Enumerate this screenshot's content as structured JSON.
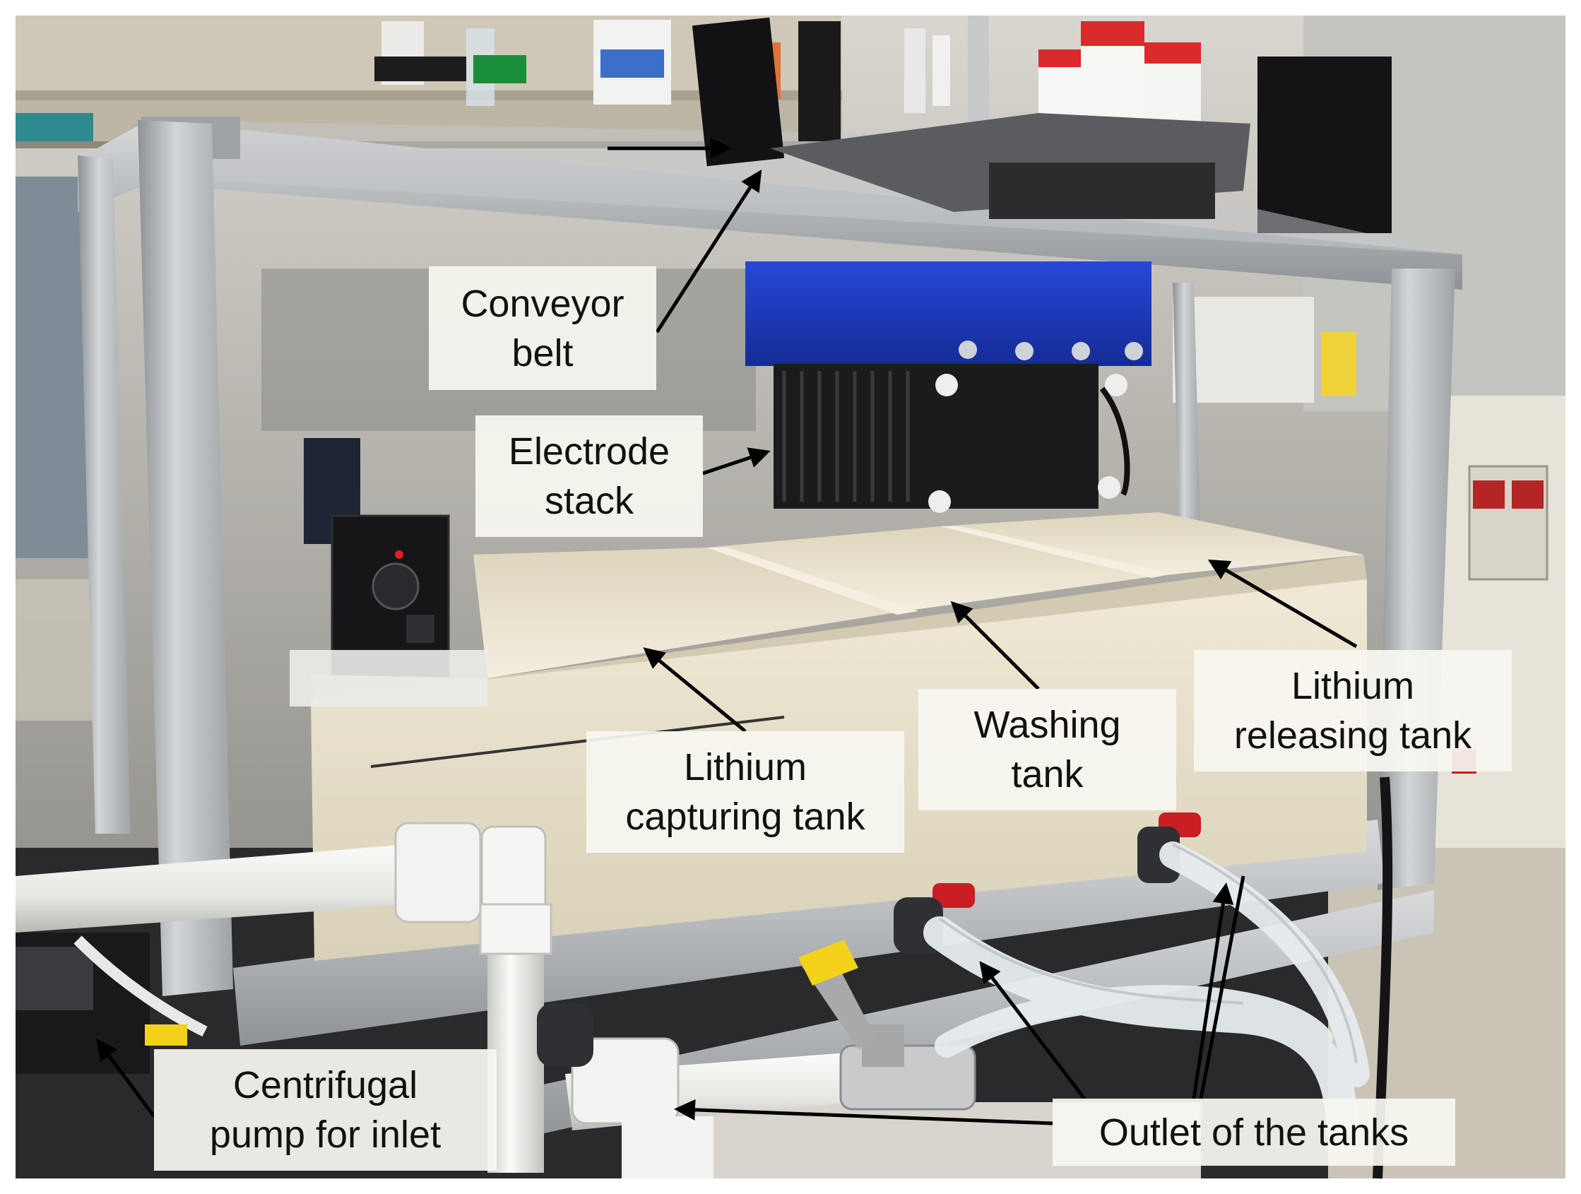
{
  "figure": {
    "labels": {
      "conveyor_belt": [
        "Conveyor",
        "belt"
      ],
      "electrode_stack": [
        "Electrode",
        "stack"
      ],
      "lithium_capturing_tank": [
        "Lithium",
        "capturing tank"
      ],
      "washing_tank": [
        "Washing",
        "tank"
      ],
      "lithium_releasing_tank": [
        "Lithium",
        "releasing tank"
      ],
      "centrifugal_pump": [
        "Centrifugal",
        "pump for inlet"
      ],
      "outlet_of_tanks": [
        "Outlet of the tanks"
      ]
    }
  },
  "colors": {
    "frame_aluminum": "#b9bdc0",
    "electrode_blue": "#1f3cc4",
    "electrode_black": "#1b1b1d",
    "tank_cream": "#e9e2cc",
    "pipe_white": "#eeeeec",
    "valve_red": "#c81e24",
    "handle_yellow": "#f2d21a",
    "arrow_black": "#000000"
  }
}
